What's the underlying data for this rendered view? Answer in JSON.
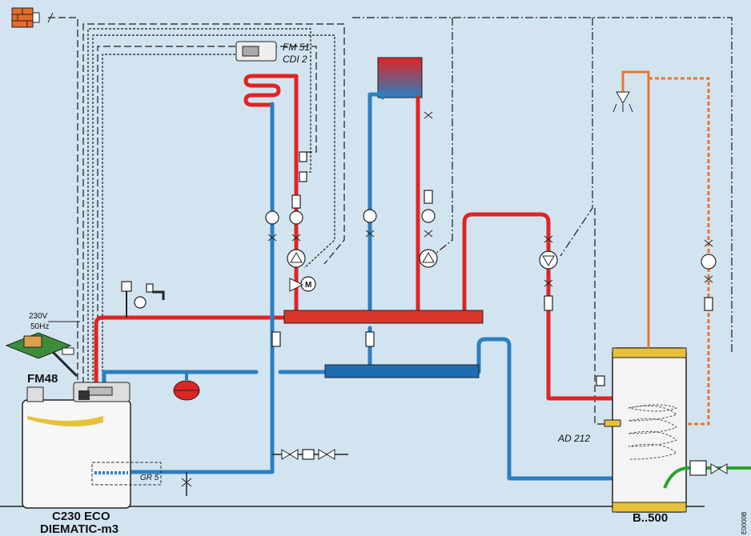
{
  "labels": {
    "thermostat_name": "FM 51",
    "thermostat_sub": "CDI 2",
    "voltage": "230V",
    "frequency": "50Hz",
    "board": "FM48",
    "boiler_model": "C230 ECO",
    "boiler_control": "DIEMATIC-m3",
    "sensor_code": "GR 5",
    "tank_sensor": "AD 212",
    "tank_model": "B..500",
    "ref_code": "E0000B"
  },
  "colors": {
    "flow": "#e02424",
    "return": "#2c7fc0",
    "dhw": "#e9772c",
    "background": "#d3e4f1",
    "drain": "#2aa52a"
  }
}
